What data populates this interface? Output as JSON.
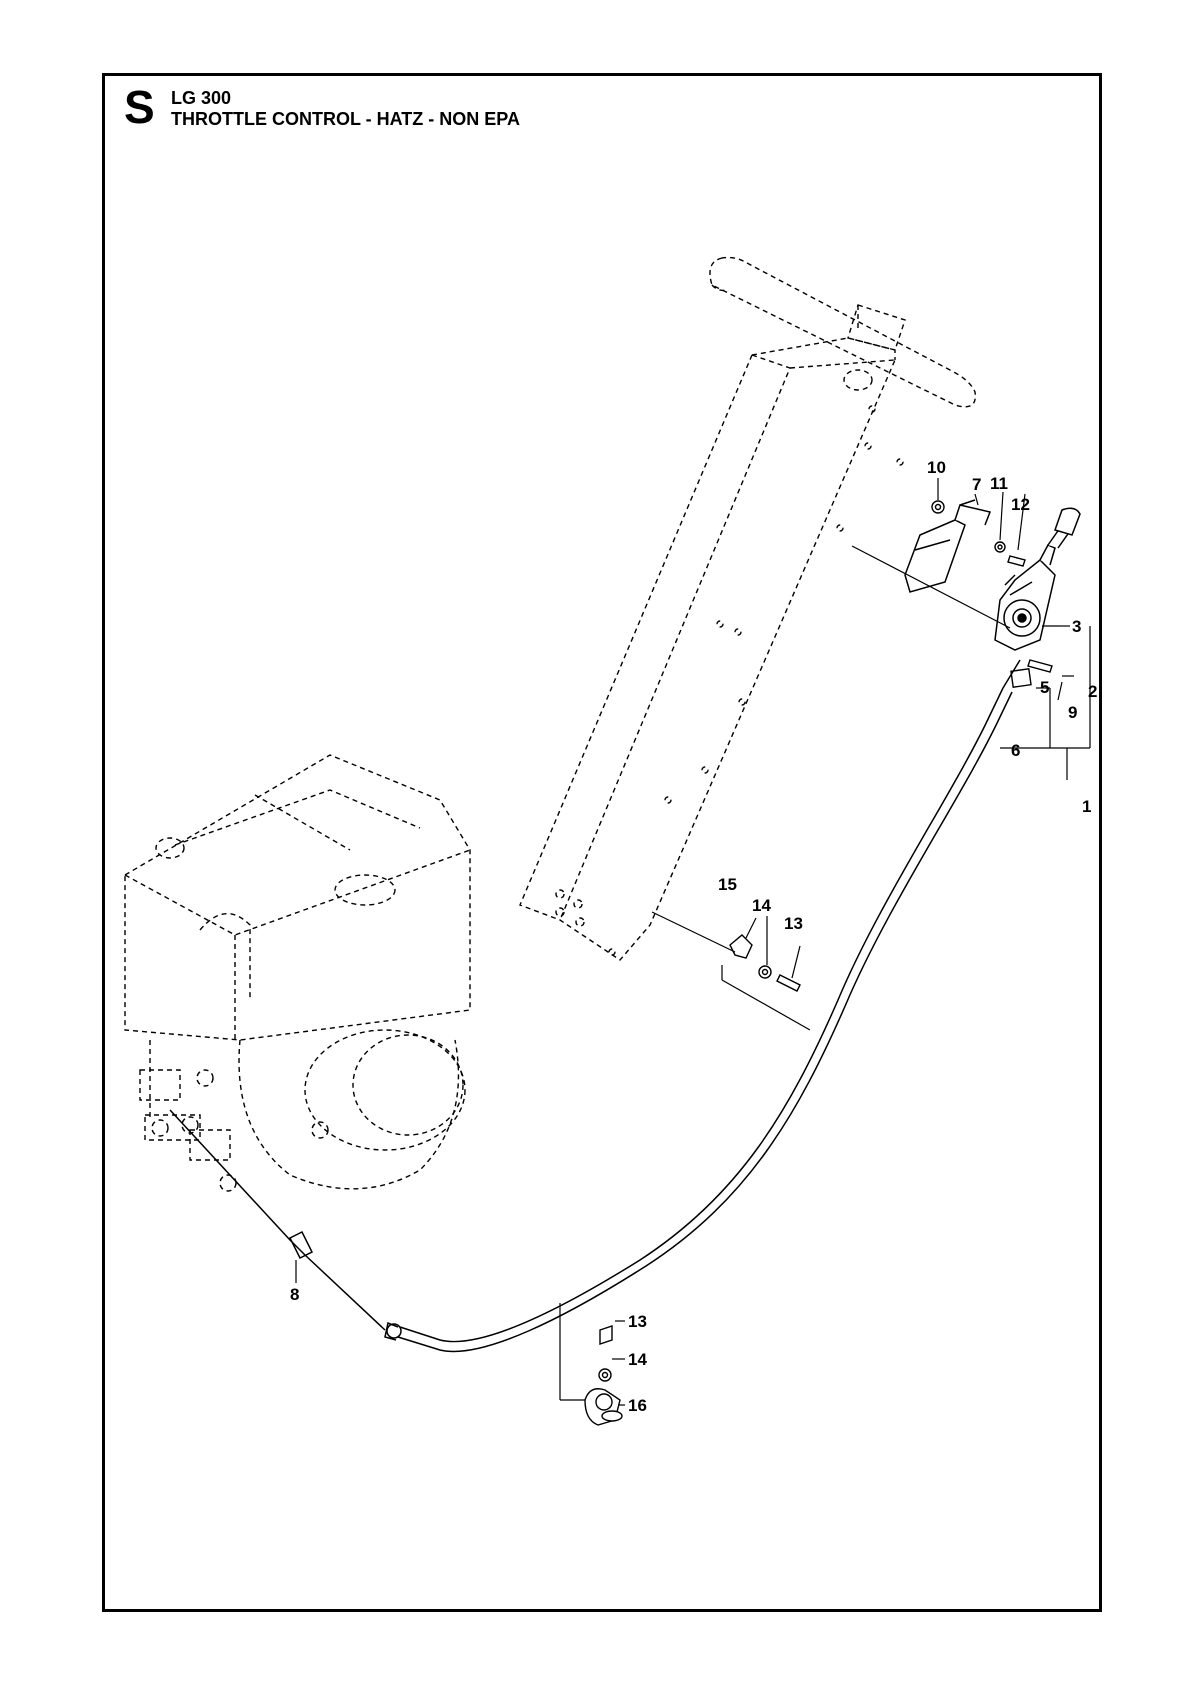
{
  "header": {
    "section_letter": "S",
    "model": "LG 300",
    "title": "THROTTLE CONTROL - HATZ - NON EPA"
  },
  "callouts": {
    "c1": "1",
    "c2": "2",
    "c3": "3",
    "c5": "5",
    "c6": "6",
    "c7": "7",
    "c8": "8",
    "c9": "9",
    "c10": "10",
    "c11": "11",
    "c12": "12",
    "c13a": "13",
    "c14a": "14",
    "c15": "15",
    "c13b": "13",
    "c14b": "14",
    "c16": "16"
  }
}
